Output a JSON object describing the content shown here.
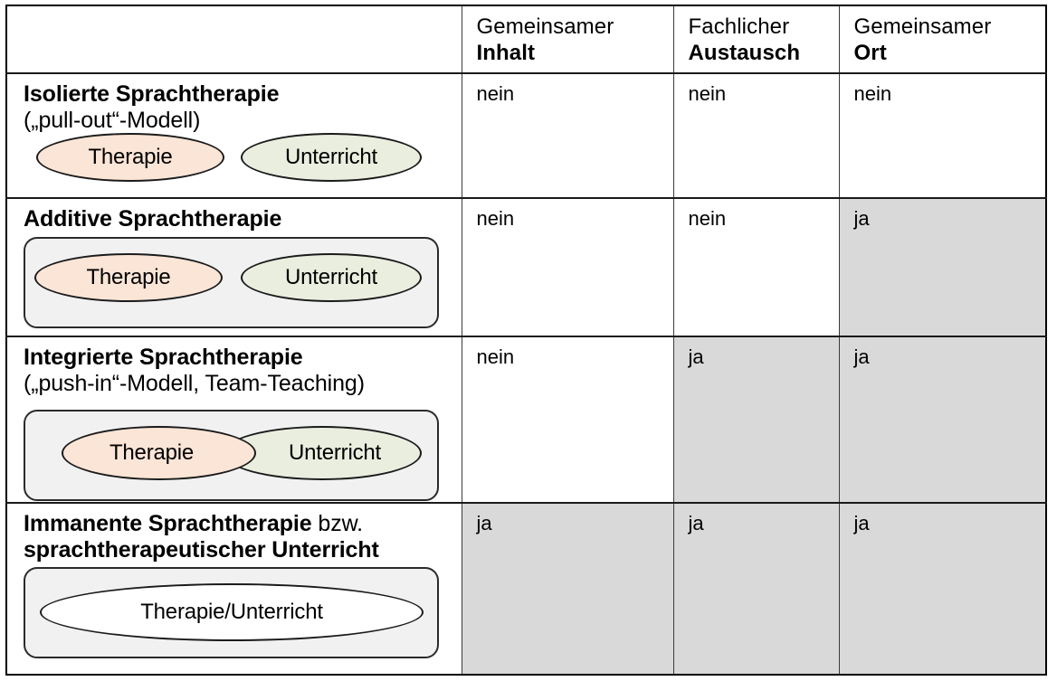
{
  "table": {
    "columns": [
      {
        "name": "model",
        "line1": "",
        "line2": ""
      },
      {
        "name": "inhalt",
        "line1": "Gemeinsamer",
        "line2": "Inhalt"
      },
      {
        "name": "austausch",
        "line1": "Fachlicher",
        "line2": "Austausch"
      },
      {
        "name": "ort",
        "line1": "Gemeinsamer",
        "line2": "Ort"
      }
    ],
    "labels": {
      "yes": "ja",
      "no": "nein"
    },
    "rows": [
      {
        "title": "Isolierte Sprachtherapie",
        "title_regular_suffix": "",
        "subtitle": "(„pull-out“-Modell)",
        "diagram": "two-separate-ellipses",
        "ellipses": [
          {
            "label": "Therapie",
            "fill": "#fbe5d6"
          },
          {
            "label": "Unterricht",
            "fill": "#e9eedf"
          }
        ],
        "grouped": false,
        "inhalt": "nein",
        "austausch": "nein",
        "ort": "nein"
      },
      {
        "title": "Additive Sprachtherapie",
        "title_regular_suffix": "",
        "subtitle": "",
        "diagram": "grouped-separate-ellipses",
        "ellipses": [
          {
            "label": "Therapie",
            "fill": "#fbe5d6"
          },
          {
            "label": "Unterricht",
            "fill": "#e9eedf"
          }
        ],
        "grouped": true,
        "inhalt": "nein",
        "austausch": "nein",
        "ort": "ja"
      },
      {
        "title": "Integrierte Sprachtherapie",
        "title_regular_suffix": "",
        "subtitle": "(„push-in“-Modell, Team-Teaching)",
        "diagram": "grouped-overlapping-ellipses",
        "ellipses": [
          {
            "label": "Therapie",
            "fill": "#fbe5d6"
          },
          {
            "label": "Unterricht",
            "fill": "#e9eedf"
          }
        ],
        "grouped": true,
        "inhalt": "nein",
        "austausch": "ja",
        "ort": "ja"
      },
      {
        "title": "Immanente Sprachtherapie",
        "title_regular_suffix": " bzw.",
        "title_line2": "sprachtherapeutischer Unterricht",
        "subtitle": "",
        "diagram": "grouped-single-ellipse",
        "ellipses": [
          {
            "label": "Therapie/Unterricht",
            "fill": "#ffffff"
          }
        ],
        "grouped": true,
        "inhalt": "ja",
        "austausch": "ja",
        "ort": "ja"
      }
    ]
  },
  "colors": {
    "therapie_fill": "#fbe5d6",
    "unterricht_fill": "#e9eedf",
    "combined_fill": "#ffffff",
    "group_box_fill": "#f1f1f1",
    "cell_yes_background": "#d9d9d9",
    "cell_no_background": "#ffffff",
    "border": "#000000"
  }
}
